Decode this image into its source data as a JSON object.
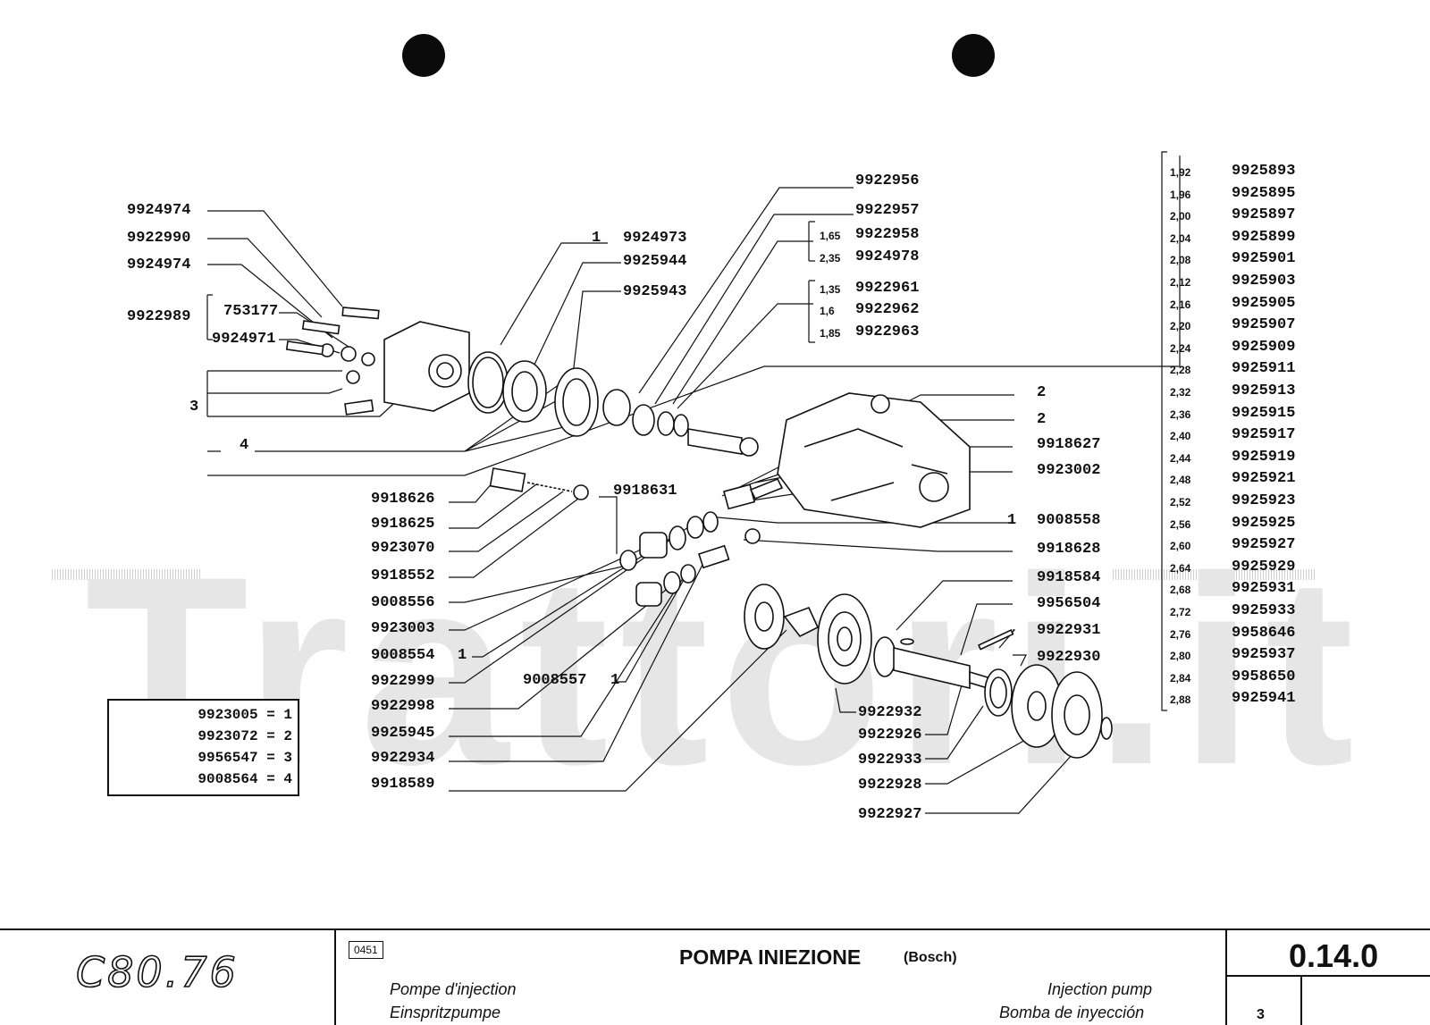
{
  "watermark": "Trattori.it",
  "callouts_left": [
    "9924974",
    "9922990",
    "9924974",
    "9922989",
    "753177",
    "9924971",
    "3",
    "4"
  ],
  "callouts_center": {
    "c1": "1",
    "c1_part": "9924973",
    "c2": "9925944",
    "c3": "9925943",
    "c4": "9922956",
    "c5": "9922957",
    "s1": "1,65",
    "c6": "9922958",
    "s2": "2,35",
    "c7": "9924978",
    "s3": "1,35",
    "c8": "9922961",
    "s4": "1,6",
    "c9": "9922962",
    "s5": "1,85",
    "c10": "9922963"
  },
  "callouts_mid_left": [
    "9918626",
    "9918625",
    "9923070",
    "9918552",
    "9008556",
    "9923003",
    "9008554",
    "1",
    "9922999",
    "9922998",
    "9925945",
    "9922934",
    "9918589"
  ],
  "callouts_mid": {
    "c1": "9918631",
    "c2": "9008557",
    "c2_qty": "1"
  },
  "callouts_right": {
    "a": "2",
    "b": "2",
    "c": "9918627",
    "d": "9923002",
    "e_qty": "1",
    "e": "9008558",
    "f": "9918628",
    "g": "9918584",
    "h": "9956504",
    "i": "9922931",
    "j": "9922930"
  },
  "callouts_bottom": [
    "9922932",
    "9922926",
    "9922933",
    "9922928",
    "9922927"
  ],
  "shim_table": [
    {
      "size": "1,92",
      "part": "9925893"
    },
    {
      "size": "1,96",
      "part": "9925895"
    },
    {
      "size": "2,00",
      "part": "9925897"
    },
    {
      "size": "2,04",
      "part": "9925899"
    },
    {
      "size": "2,08",
      "part": "9925901"
    },
    {
      "size": "2,12",
      "part": "9925903"
    },
    {
      "size": "2,16",
      "part": "9925905"
    },
    {
      "size": "2,20",
      "part": "9925907"
    },
    {
      "size": "2,24",
      "part": "9925909"
    },
    {
      "size": "2,28",
      "part": "9925911"
    },
    {
      "size": "2,32",
      "part": "9925913"
    },
    {
      "size": "2,36",
      "part": "9925915"
    },
    {
      "size": "2,40",
      "part": "9925917"
    },
    {
      "size": "2,44",
      "part": "9925919"
    },
    {
      "size": "2,48",
      "part": "9925921"
    },
    {
      "size": "2,52",
      "part": "9925923"
    },
    {
      "size": "2,56",
      "part": "9925925"
    },
    {
      "size": "2,60",
      "part": "9925927"
    },
    {
      "size": "2,64",
      "part": "9925929"
    },
    {
      "size": "2,68",
      "part": "9925931"
    },
    {
      "size": "2,72",
      "part": "9925933"
    },
    {
      "size": "2,76",
      "part": "9958646"
    },
    {
      "size": "2,80",
      "part": "9925937"
    },
    {
      "size": "2,84",
      "part": "9958650"
    },
    {
      "size": "2,88",
      "part": "9925941"
    }
  ],
  "tool_kit": [
    "9923005 = 1",
    "9923072 = 2",
    "9956547 = 3",
    "9008564 = 4"
  ],
  "footer": {
    "model": "C80.76",
    "section_code": "0451",
    "title": "POMPA INIEZIONE",
    "brand": "(Bosch)",
    "fr": "Pompe d'injection",
    "de": "Einspritzpumpe",
    "en": "Injection pump",
    "es": "Bomba de inyección",
    "doc_number": "0.14.0",
    "page": "3"
  }
}
